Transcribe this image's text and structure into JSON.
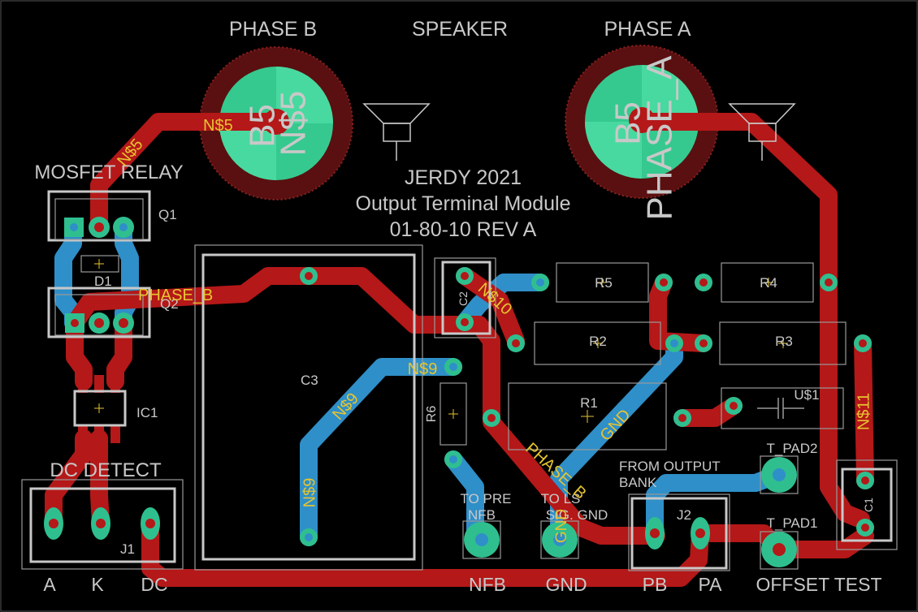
{
  "board": {
    "title": "JERDY 2021",
    "subtitle": "Output Terminal Module",
    "part_number": "01-80-10 REV A",
    "colors": {
      "background": "#000000",
      "top_copper": "#b41818",
      "bottom_copper": "#2f8fc8",
      "pad": "#2fbf8f",
      "silkscreen": "#c8c8c8",
      "net_label": "#e6c430"
    }
  },
  "labels": {
    "phase_b": "PHASE B",
    "speaker": "SPEAKER",
    "phase_a": "PHASE A",
    "mosfet_relay": "MOSFET RELAY",
    "dc_detect": "DC DETECT",
    "to_pre": "TO PRE",
    "nfb_small": "NFB",
    "to_ls": "TO LS",
    "sig_gnd": "SIG. GND",
    "from_output": "FROM OUTPUT",
    "bank": "BANK",
    "bottom_a": "A",
    "bottom_k": "K",
    "bottom_dc": "DC",
    "bottom_nfb": "NFB",
    "bottom_gnd": "GND",
    "bottom_pb": "PB",
    "bottom_pa": "PA",
    "offset_test": "OFFSET TEST"
  },
  "components": {
    "q1": "Q1",
    "q2": "Q2",
    "d1": "D1",
    "ic1": "IC1",
    "j1": "J1",
    "j2": "J2",
    "c1": "C1",
    "c2": "C2",
    "c3": "C3",
    "r1": "R1",
    "r2": "R2",
    "r3": "R3",
    "r4": "R4",
    "r5": "R5",
    "r6": "R6",
    "u1": "U$1",
    "t_pad1": "T_PAD1",
    "t_pad2": "T_PAD2",
    "b5_left": "B5",
    "b5_right": "B5"
  },
  "nets": {
    "ns5_a": "N$5",
    "ns5_b": "N$5",
    "ns5_c": "N$5",
    "phase_b_1": "PHASE_B",
    "phase_b_2": "PHASE_B",
    "phase_a": "PHASE_A",
    "ns10": "N$10",
    "ns9_a": "N$9",
    "ns9_b": "N$9",
    "ns9_c": "N$9",
    "gnd_1": "GND",
    "gnd_2": "GND",
    "ns11": "N$11"
  }
}
